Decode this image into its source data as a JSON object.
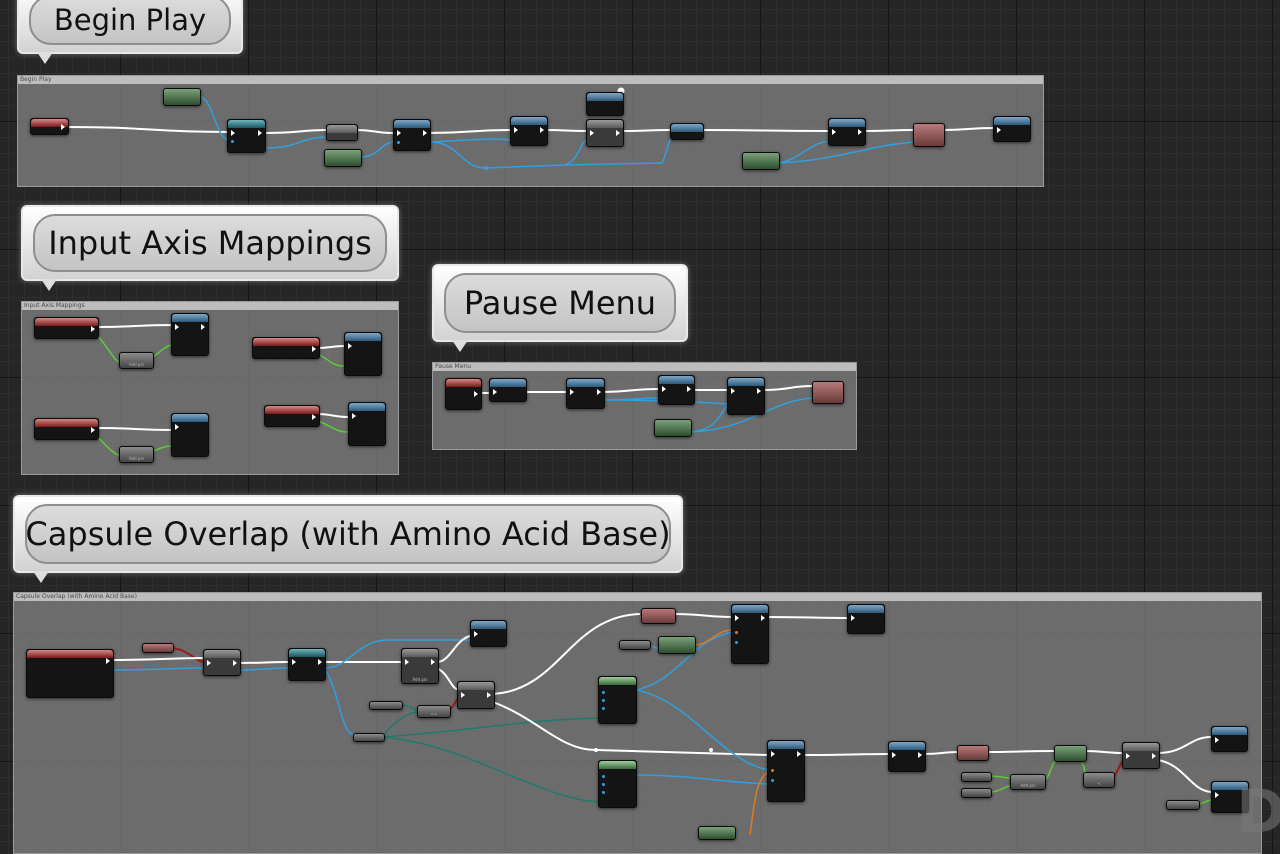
{
  "comments": {
    "begin_play": {
      "bubble": "Begin Play",
      "title": "Begin Play"
    },
    "input_axis": {
      "bubble": "Input Axis Mappings",
      "title": "Input Axis Mappings"
    },
    "pause_menu": {
      "bubble": "Pause Menu",
      "title": "Pause Menu"
    },
    "capsule": {
      "bubble": "Capsule Overlap (with Amino Acid Base)",
      "title": "Capsule Overlap (with Amino Acid Base)"
    }
  },
  "node_labels": {
    "add_pin": "Add pin",
    "equals": "==",
    "less_than": "<"
  },
  "colors": {
    "exec_wire": "#ffffff",
    "object_wire": "#2fa0e0",
    "bool_wire": "#9c1a1a",
    "float_wire": "#5ccc3a",
    "struct_wire": "#1f7a6e",
    "byte_wire": "#e07a20",
    "comment_bubble": "#dcdcdc",
    "comment_box": "#808080"
  },
  "icons": {
    "execution_pin": "triangle-right",
    "data_pin": "circle",
    "comment_tail": "triangle-down",
    "reroute_point": "circle-white"
  }
}
